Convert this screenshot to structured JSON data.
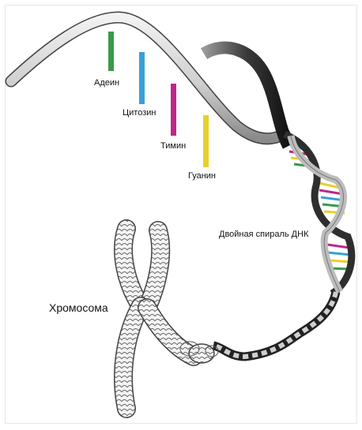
{
  "labels": {
    "adenine": "Адеин",
    "cytosine": "Цитозин",
    "thymine": "Тимин",
    "guanine": "Гуанин",
    "double_helix": "Двойная спираль ДНК",
    "chromosome": "Хромосома"
  },
  "colors": {
    "adenine": "#3a9a4a",
    "cytosine": "#3aa0d8",
    "thymine": "#c0268a",
    "guanine": "#e8d02a",
    "ribbon_light": "#e6e6e6",
    "ribbon_dark": "#3a3a3a"
  }
}
